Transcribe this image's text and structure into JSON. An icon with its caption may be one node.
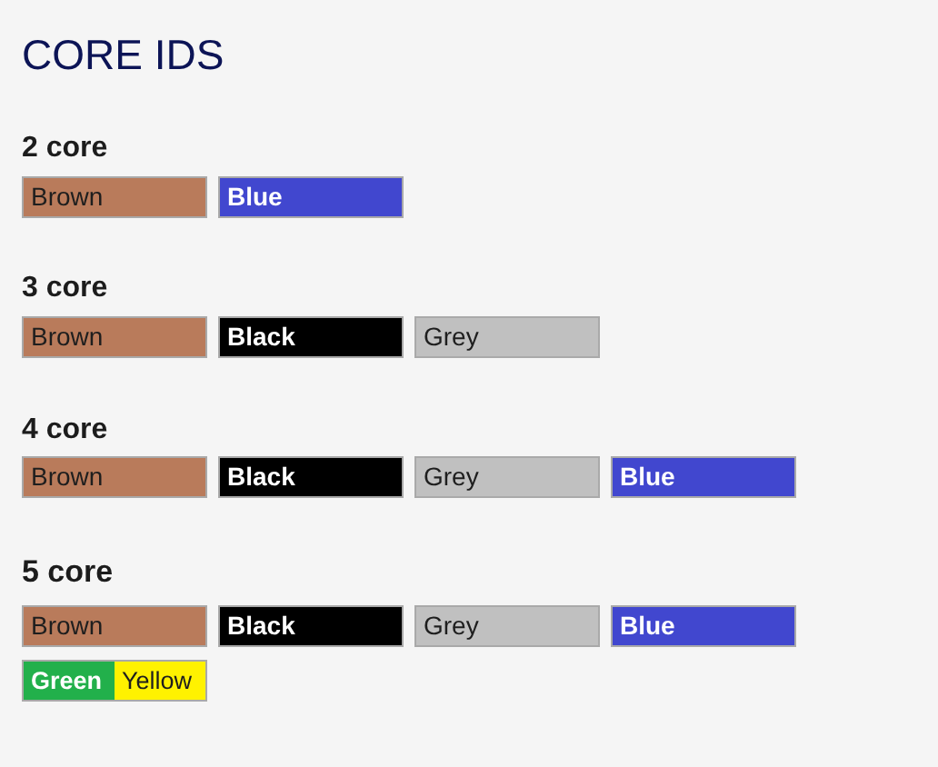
{
  "diagram": {
    "title": "CORE IDS",
    "nodes": [
      {
        "text": [
          "Brown"
        ]
      },
      {
        "text": [
          "Blue"
        ]
      },
      {
        "text": [
          "Brown"
        ]
      },
      {
        "text": [
          "Black"
        ]
      },
      {
        "text": [
          "Grey"
        ]
      },
      {
        "text": [
          "Brown"
        ]
      },
      {
        "text": [
          "Black"
        ]
      },
      {
        "text": [
          "Grey"
        ]
      },
      {
        "text": [
          "Blue"
        ]
      },
      {
        "text": [
          "Brown"
        ]
      },
      {
        "text": [
          "Black"
        ]
      },
      {
        "text": [
          "Grey"
        ]
      },
      {
        "text": [
          "Blue"
        ]
      },
      {
        "text": [
          "Green",
          "Yellow"
        ]
      }
    ],
    "labels": [
      "2 core",
      "3 core",
      "4 core",
      "5 core"
    ]
  }
}
